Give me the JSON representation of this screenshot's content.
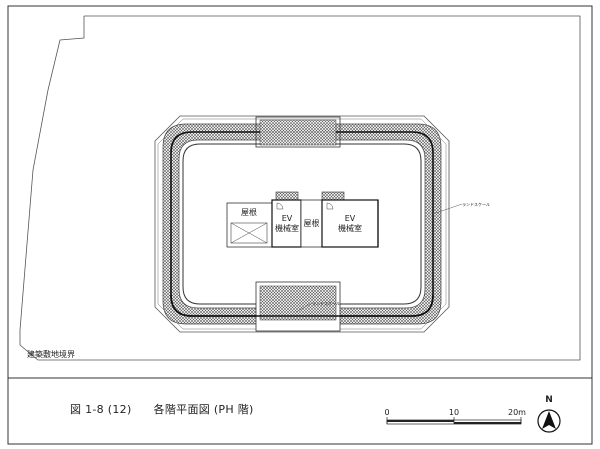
{
  "drawing": {
    "site_boundary_label": "建築敷地境界",
    "rooms": {
      "roof_left": "屋根",
      "ev_left_line1": "EV",
      "ev_left_line2": "機械室",
      "roof_center": "屋根",
      "ev_right_line1": "EV",
      "ev_right_line2": "機械室"
    },
    "leader_right": "ランドスケール",
    "leader_bottom": "ランドスケール"
  },
  "title_block": {
    "figure_number": "図 1-8 (12)",
    "figure_title": "各階平面図 (PH 階)"
  },
  "scale_bar": {
    "ticks": [
      "0",
      "10",
      "20m"
    ]
  },
  "north_arrow": {
    "label": "N",
    "icon": "north-arrow-icon"
  }
}
